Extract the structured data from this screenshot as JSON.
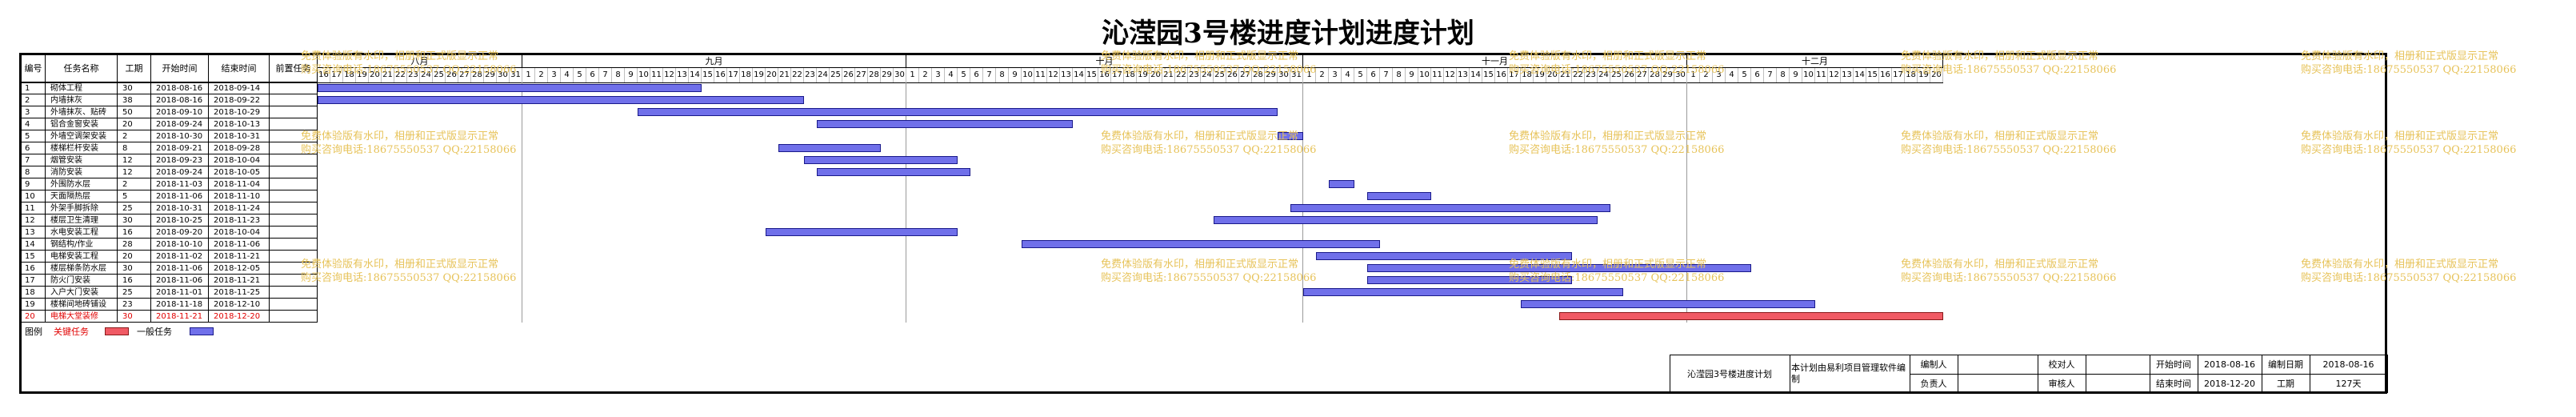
{
  "title": "沁滢园3号楼进度计划进度计划",
  "columns": {
    "no": "编号",
    "name": "任务名称",
    "dur": "工期",
    "start": "开始时间",
    "end": "结束时间",
    "pred": "前置任务"
  },
  "months": [
    "八月",
    "九月",
    "十月",
    "十一月",
    "十二月"
  ],
  "month_days": [
    [
      16,
      17,
      18,
      19,
      20,
      21,
      22,
      23,
      24,
      25,
      26,
      27,
      28,
      29,
      30,
      31
    ],
    [
      1,
      2,
      3,
      4,
      5,
      6,
      7,
      8,
      9,
      10,
      11,
      12,
      13,
      14,
      15,
      16,
      17,
      18,
      19,
      20,
      21,
      22,
      23,
      24,
      25,
      26,
      27,
      28,
      29,
      30
    ],
    [
      1,
      2,
      3,
      4,
      5,
      6,
      7,
      8,
      9,
      10,
      11,
      12,
      13,
      14,
      15,
      16,
      17,
      18,
      19,
      20,
      21,
      22,
      23,
      24,
      25,
      26,
      27,
      28,
      29,
      30,
      31
    ],
    [
      1,
      2,
      3,
      4,
      5,
      6,
      7,
      8,
      9,
      10,
      11,
      12,
      13,
      14,
      15,
      16,
      17,
      18,
      19,
      20,
      21,
      22,
      23,
      24,
      25,
      26,
      27,
      28,
      29,
      30
    ],
    [
      1,
      2,
      3,
      4,
      5,
      6,
      7,
      8,
      9,
      10,
      11,
      12,
      13,
      14,
      15,
      16,
      17,
      18,
      19,
      20
    ]
  ],
  "tasks": [
    {
      "no": "1",
      "name": "砌体工程",
      "dur": "30",
      "start": "2018-08-16",
      "end": "2018-09-14",
      "critical": false
    },
    {
      "no": "2",
      "name": "内墙抹灰",
      "dur": "38",
      "start": "2018-08-16",
      "end": "2018-09-22",
      "critical": false
    },
    {
      "no": "3",
      "name": "外墙抹灰、贴砖",
      "dur": "50",
      "start": "2018-09-10",
      "end": "2018-10-29",
      "critical": false
    },
    {
      "no": "4",
      "name": "铝合金窗安装",
      "dur": "20",
      "start": "2018-09-24",
      "end": "2018-10-13",
      "critical": false
    },
    {
      "no": "5",
      "name": "外墙空调架安装",
      "dur": "2",
      "start": "2018-10-30",
      "end": "2018-10-31",
      "critical": false
    },
    {
      "no": "6",
      "name": "楼梯栏杆安装",
      "dur": "8",
      "start": "2018-09-21",
      "end": "2018-09-28",
      "critical": false
    },
    {
      "no": "7",
      "name": "烟管安装",
      "dur": "12",
      "start": "2018-09-23",
      "end": "2018-10-04",
      "critical": false
    },
    {
      "no": "8",
      "name": "消防安装",
      "dur": "12",
      "start": "2018-09-24",
      "end": "2018-10-05",
      "critical": false
    },
    {
      "no": "9",
      "name": "外围防水层",
      "dur": "2",
      "start": "2018-11-03",
      "end": "2018-11-04",
      "critical": false
    },
    {
      "no": "10",
      "name": "天面隔热层",
      "dur": "5",
      "start": "2018-11-06",
      "end": "2018-11-10",
      "critical": false
    },
    {
      "no": "11",
      "name": "外架手脚拆除",
      "dur": "25",
      "start": "2018-10-31",
      "end": "2018-11-24",
      "critical": false
    },
    {
      "no": "12",
      "name": "楼层卫生清理",
      "dur": "30",
      "start": "2018-10-25",
      "end": "2018-11-23",
      "critical": false
    },
    {
      "no": "13",
      "name": "水电安装工程",
      "dur": "16",
      "start": "2018-09-20",
      "end": "2018-10-04",
      "critical": false
    },
    {
      "no": "14",
      "name": "钢结构/作业",
      "dur": "28",
      "start": "2018-10-10",
      "end": "2018-11-06",
      "critical": false
    },
    {
      "no": "15",
      "name": "电梯安装工程",
      "dur": "20",
      "start": "2018-11-02",
      "end": "2018-11-21",
      "critical": false
    },
    {
      "no": "16",
      "name": "楼层梯条防水层",
      "dur": "30",
      "start": "2018-11-06",
      "end": "2018-12-05",
      "critical": false
    },
    {
      "no": "17",
      "name": "防火门安装",
      "dur": "16",
      "start": "2018-11-06",
      "end": "2018-11-21",
      "critical": false
    },
    {
      "no": "18",
      "name": "入户大门安装",
      "dur": "25",
      "start": "2018-11-01",
      "end": "2018-11-25",
      "critical": false
    },
    {
      "no": "19",
      "name": "楼梯间地砖铺设",
      "dur": "23",
      "start": "2018-11-18",
      "end": "2018-12-10",
      "critical": false
    },
    {
      "no": "20",
      "name": "电梯大堂装修",
      "dur": "30",
      "start": "2018-11-21",
      "end": "2018-12-20",
      "critical": true
    }
  ],
  "legend": {
    "label": "图例",
    "critical": "关键任务",
    "normal": "一般任务"
  },
  "watermark": [
    "免费体验版有水印，相册和正式版显示正常",
    "购买咨询电话:18675550537 QQ:22158066"
  ],
  "footer": {
    "project": "沁滢园3号楼进度计划",
    "software": "本计划由易利项目管理软件编制",
    "editor": "编制人",
    "checker": "校对人",
    "owner": "负责人",
    "reviewer": "审核人",
    "start_label": "开始时间",
    "start_val": "2018-08-16",
    "date_label": "编制日期",
    "date_val": "2018-08-16",
    "end_label": "结束时间",
    "end_val": "2018-12-20",
    "dur_label": "工期",
    "dur_val": "127天"
  },
  "colors": {
    "bar": "#7070ea",
    "critical": "#f05a64",
    "critical_text": "#e10000",
    "watermark": "#e7c35a"
  }
}
